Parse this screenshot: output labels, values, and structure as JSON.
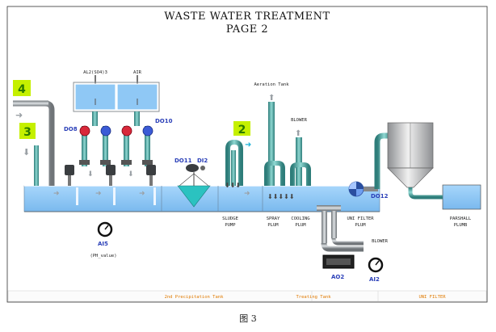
{
  "page": {
    "title_line1": "WASTE WATER TREATMENT",
    "title_line2": "PAGE 2",
    "caption": "图 3"
  },
  "tanks": {
    "dosing_tank_1": "AL2(SO4)3",
    "dosing_tank_2": "AIR",
    "aeration": "Aeration Tank",
    "blower_top": "BLOWER",
    "blower_bottom": "BLOWER"
  },
  "markers": {
    "m4": "4",
    "m3": "3",
    "m2": "2"
  },
  "tags": {
    "do8": "DO8",
    "do10": "DO10",
    "do11": "DO11",
    "di2": "DI2",
    "do12": "DO12",
    "ai5": "AI5",
    "ao2": "AO2",
    "ai2": "AI2"
  },
  "labels": {
    "ph_value": "(PH_value)",
    "sludge_1": "SLUDGE",
    "sludge_2": "PUMP",
    "spray_1": "SPRAY",
    "spray_2": "PLUM",
    "cooling_1": "COOLING",
    "cooling_2": "PLUM",
    "uni_1": "UNI FILTER",
    "uni_2": "PLUM",
    "parshall_1": "PARSHALL",
    "parshall_2": "PLUMB"
  },
  "stages": {
    "s1": "2nd Precipitation Tank",
    "s2": "Treating Tank",
    "s3": "UNI FILTER"
  },
  "colors": {
    "water": "#8cc6f4",
    "pipe": "#8a8f93",
    "marker_bg": "#c5f000",
    "stage_text": "#e07a00",
    "tag_text": "#2a3fb8"
  }
}
